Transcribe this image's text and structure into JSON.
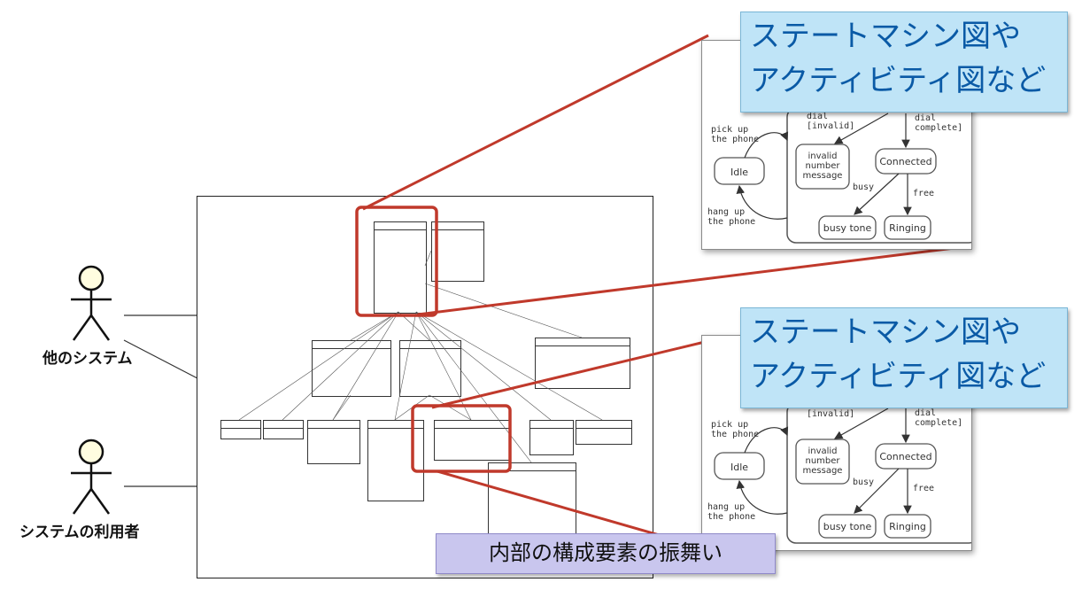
{
  "actors": [
    {
      "label": "他のシステム"
    },
    {
      "label": "システムの利用者"
    }
  ],
  "callouts": {
    "top": {
      "line1": "ステートマシン図や",
      "line2": "アクティビティ図など"
    },
    "bottom": {
      "line1": "ステートマシン図や",
      "line2": "アクティビティ図など"
    },
    "footer": "内部の構成要素の振舞い"
  },
  "state_machine": {
    "states": [
      "Idle",
      "invalid\nnumber\nmessage",
      "Connected",
      "busy tone",
      "Ringing"
    ],
    "labels": {
      "pick_up": "pick up\nthe phone",
      "hang_up": "hang up\nthe phone",
      "dial_invalid": "dial\n[invalid]",
      "dial_complete": "dial\ncomplete]",
      "busy": "busy",
      "free": "free"
    }
  },
  "colors": {
    "highlight": "#c0392b",
    "callout_bg": "#bfe4f7",
    "callout_text": "#0a5aa6",
    "footer_bg": "#c9c6ee"
  }
}
